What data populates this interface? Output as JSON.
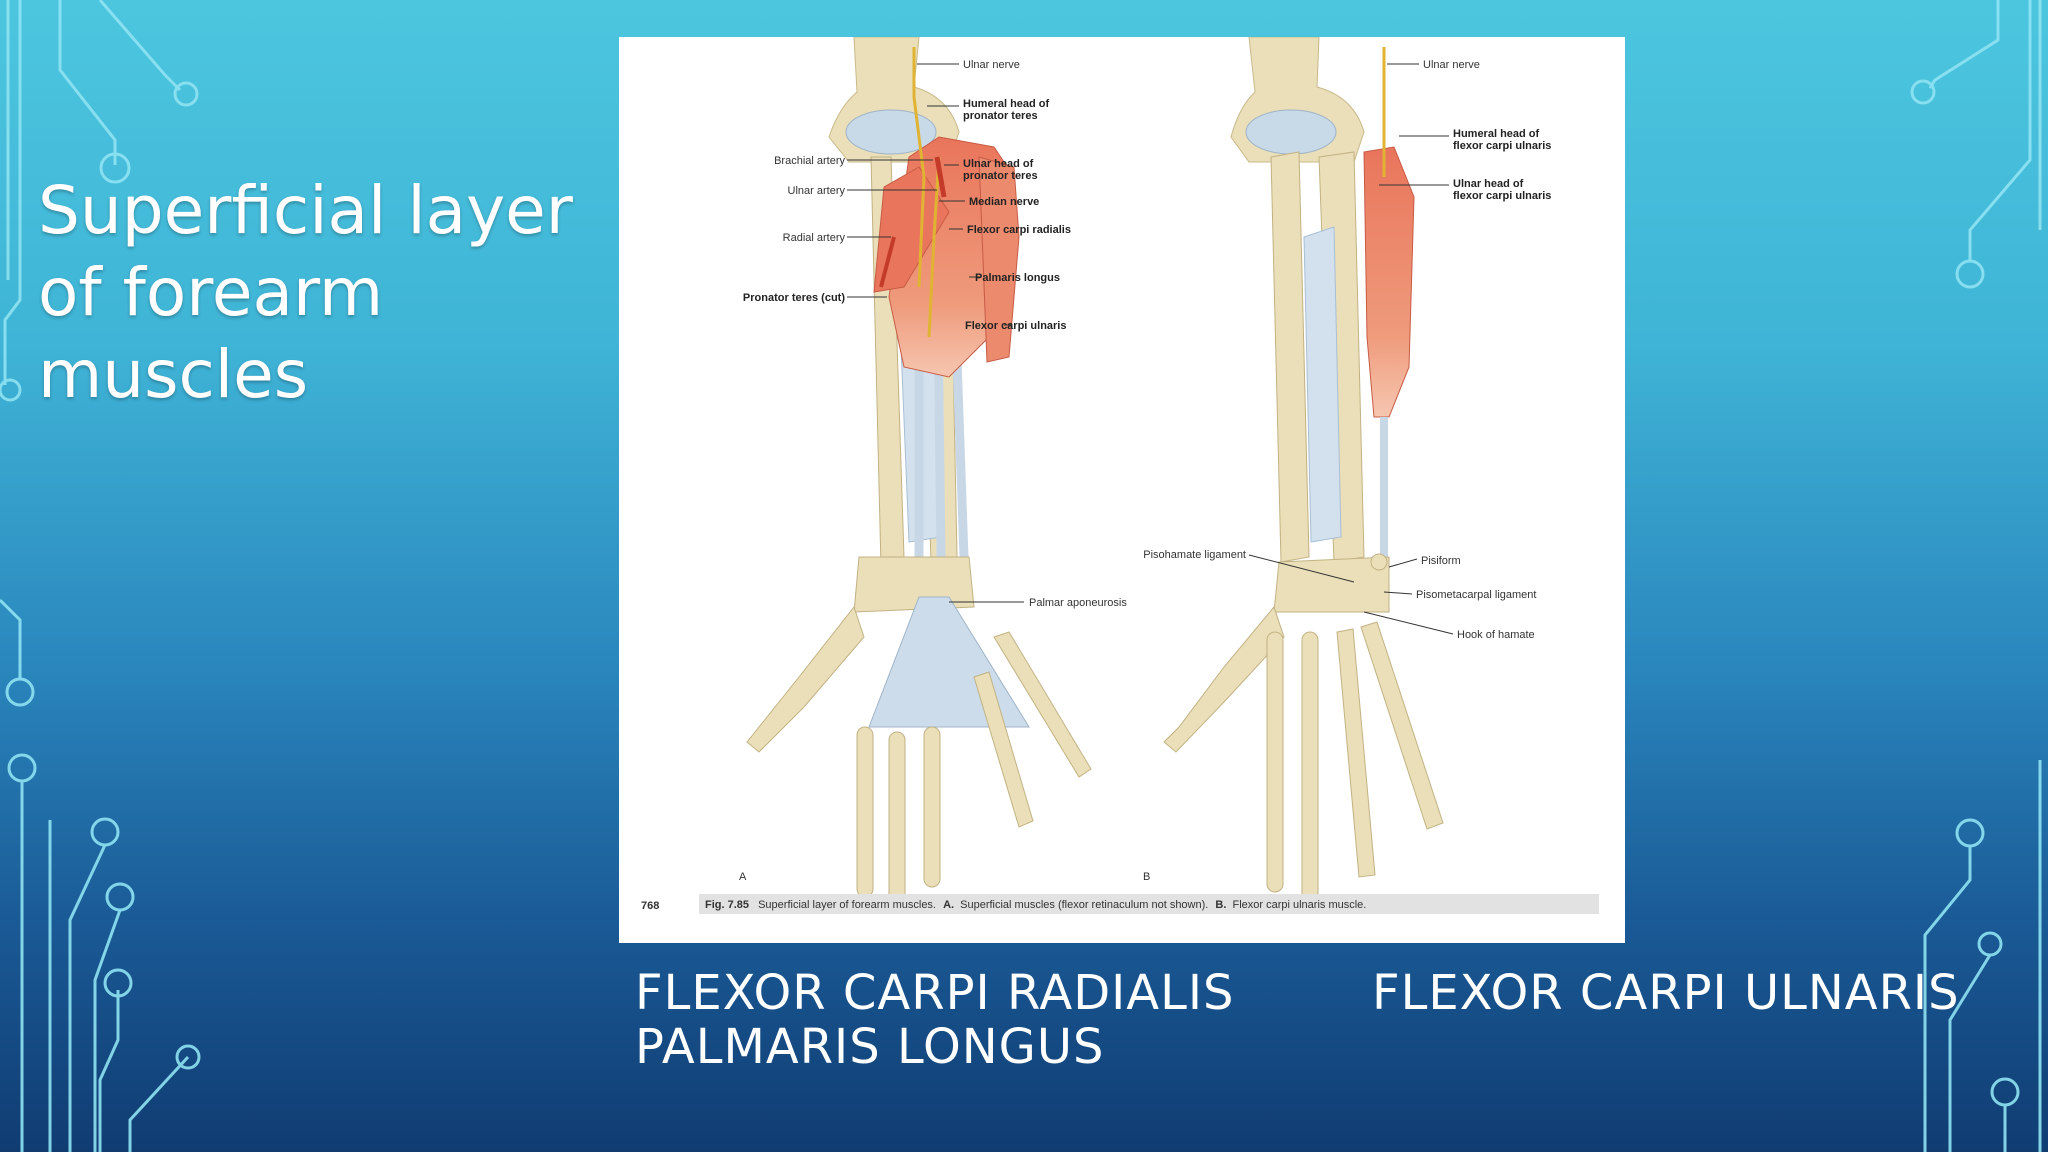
{
  "slide": {
    "title": "Superficial  layer\nof forearm\nmuscles",
    "caption_left_1": "FLEXOR CARPI RADIALIS",
    "caption_left_2": "PALMARIS LONGUS",
    "caption_right": "FLEXOR CARPI ULNARIS"
  },
  "figure": {
    "panel_a": {
      "letter": "A",
      "labels": {
        "ulnar_nerve": "Ulnar nerve",
        "humeral_head_pt_1": "Humeral head of",
        "humeral_head_pt_2": "pronator teres",
        "brachial_artery": "Brachial artery",
        "ulnar_artery": "Ulnar artery",
        "ulnar_head_pt_1": "Ulnar head of",
        "ulnar_head_pt_2": "pronator teres",
        "median_nerve": "Median nerve",
        "radial_artery": "Radial artery",
        "flexor_carpi_radialis": "Flexor carpi radialis",
        "palmaris_longus": "Palmaris longus",
        "pronator_teres_cut": "Pronator teres (cut)",
        "flexor_carpi_ulnaris": "Flexor carpi ulnaris",
        "palmar_aponeurosis": "Palmar aponeurosis"
      }
    },
    "panel_b": {
      "letter": "B",
      "labels": {
        "ulnar_nerve": "Ulnar nerve",
        "humeral_head_fcu_1": "Humeral head of",
        "humeral_head_fcu_2": "flexor carpi ulnaris",
        "ulnar_head_fcu_1": "Ulnar head of",
        "ulnar_head_fcu_2": "flexor carpi ulnaris",
        "pisohamate_ligament": "Pisohamate ligament",
        "pisiform": "Pisiform",
        "pisometacarpal_ligament": "Pisometacarpal ligament",
        "hook_of_hamate": "Hook of hamate"
      }
    },
    "page_number": "768",
    "caption": {
      "fig_number": "Fig. 7.85",
      "text": "Superficial layer of forearm muscles.",
      "a_label": "A.",
      "a_text": "Superficial muscles (flexor retinaculum not shown).",
      "b_label": "B.",
      "b_text": "Flexor carpi ulnaris muscle."
    }
  },
  "colors": {
    "bone": "#eadfb8",
    "muscle": "#ea8266",
    "tendon": "#c8d7e6",
    "nerve": "#e0b432",
    "artery": "#c43b2a",
    "circuit": "#8fe3f2"
  }
}
